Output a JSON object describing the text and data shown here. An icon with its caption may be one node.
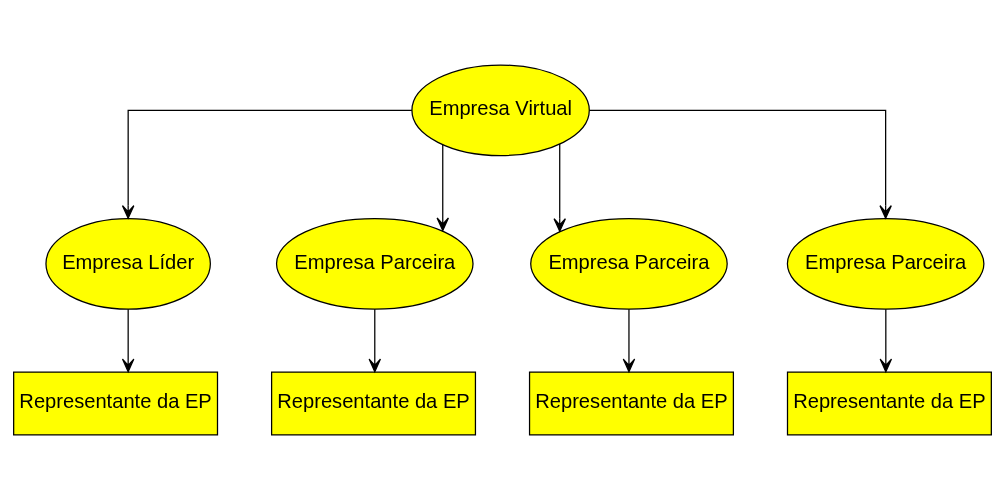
{
  "diagram": {
    "nodes": [
      {
        "text": [
          "Empresa Virtual"
        ]
      },
      {
        "text": [
          "Empresa Líder"
        ]
      },
      {
        "text": [
          "Empresa Parceira"
        ]
      },
      {
        "text": [
          "Empresa Parceira"
        ]
      },
      {
        "text": [
          "Empresa Parceira"
        ]
      },
      {
        "text": [
          "Representante da EP"
        ]
      },
      {
        "text": [
          "Representante da EP"
        ]
      },
      {
        "text": [
          "Representante da EP"
        ]
      },
      {
        "text": [
          "Representante da EP"
        ]
      }
    ],
    "edges": [
      {
        "from": 0,
        "to": 1,
        "arrow": "to"
      },
      {
        "from": 0,
        "to": 2,
        "arrow": "to"
      },
      {
        "from": 0,
        "to": 3,
        "arrow": "to"
      },
      {
        "from": 0,
        "to": 4,
        "arrow": "to"
      },
      {
        "from": 1,
        "to": 5,
        "arrow": "to"
      },
      {
        "from": 2,
        "to": 6,
        "arrow": "to"
      },
      {
        "from": 3,
        "to": 7,
        "arrow": "to"
      },
      {
        "from": 4,
        "to": 8,
        "arrow": "to"
      }
    ]
  }
}
